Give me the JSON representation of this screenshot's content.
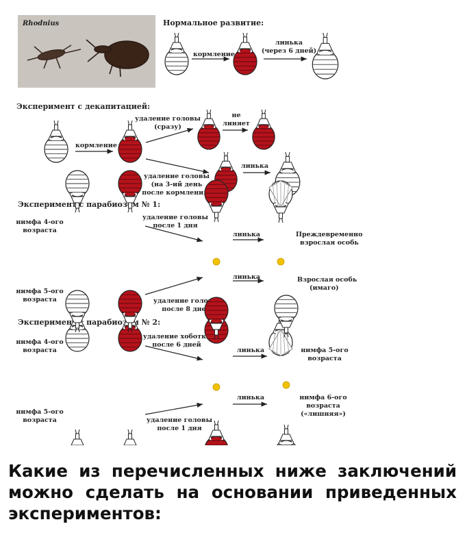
{
  "photo": {
    "label": "Rhodnius"
  },
  "colors": {
    "fed": "#b5121b",
    "unfed": "#ffffff",
    "outline": "#222222",
    "junction": "#f2c200"
  },
  "sections": {
    "normal": {
      "title": "Нормальное развитие:",
      "feeding": "кормление",
      "molt_line1": "линька",
      "molt_line2": "(через 6 дней)"
    },
    "decap": {
      "title": "Эксперимент с декапитацией:",
      "feeding": "кормление",
      "remove_head_now_1": "удаление головы",
      "remove_head_now_2": "(сразу)",
      "no_molt_1": "не",
      "no_molt_2": "линяет",
      "remove_head_day3_1": "удаление головы",
      "remove_head_day3_2": "(на 3-ий день",
      "remove_head_day3_3": "после кормления)",
      "molt": "линька"
    },
    "parabiosis1": {
      "title": "Эксперимент с парабиозом № 1:",
      "nymph4_1": "нимфа 4-ого",
      "nymph4_2": "возраста",
      "nymph5_1": "нимфа 5-ого",
      "nymph5_2": "возраста",
      "remove_day1_1": "удаление головы",
      "remove_day1_2": "после 1 дня",
      "remove_day8_1": "удаление головы",
      "remove_day8_2": "после 8 дней",
      "molt_top": "линька",
      "molt_bottom": "линька",
      "premature_1": "Преждевременно",
      "premature_2": "взрослая особь",
      "adult_1": "Взрослая особь",
      "adult_2": "(имаго)"
    },
    "parabiosis2": {
      "title": "Эксперимент с парабиозом № 2:",
      "nymph4_1": "нимфа 4-ого",
      "nymph4_2": "возраста",
      "nymph5_1": "нимфа 5-ого",
      "nymph5_2": "возраста",
      "remove_proboscis_1": "удаление хоботка",
      "remove_proboscis_2": "после 6 дней",
      "remove_head_1": "удаление головы",
      "remove_head_2": "после 1 дня",
      "molt_top": "линька",
      "molt_bottom": "линька",
      "result_top_1": "нимфа 5-ого",
      "result_top_2": "возраста",
      "result_bottom_1": "нимфа 6-ого",
      "result_bottom_2": "возраста",
      "result_bottom_3": "(«лишняя»)"
    }
  },
  "question": "Какие из перечисленных ниже заключений можно сделать на основании приведенных экспериментов:"
}
